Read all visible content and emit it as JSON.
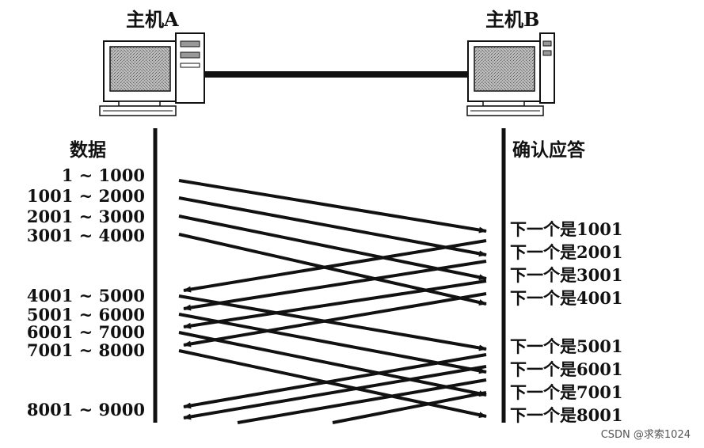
{
  "hosts": {
    "a_label": "主机A",
    "b_label": "主机B"
  },
  "columns": {
    "left_title": "数据",
    "right_title": "确认应答"
  },
  "segments": [
    "1 ~ 1000",
    "1001 ~ 2000",
    "2001 ~ 3000",
    "3001 ~ 4000",
    "4001 ~ 5000",
    "5001 ~ 6000",
    "6001 ~ 7000",
    "7001 ~ 8000",
    "8001 ~ 9000"
  ],
  "acks": [
    "下一个是1001",
    "下一个是2001",
    "下一个是3001",
    "下一个是4001",
    "下一个是5001",
    "下一个是6001",
    "下一个是7001",
    "下一个是8001"
  ],
  "watermark": "CSDN @求索1024"
}
